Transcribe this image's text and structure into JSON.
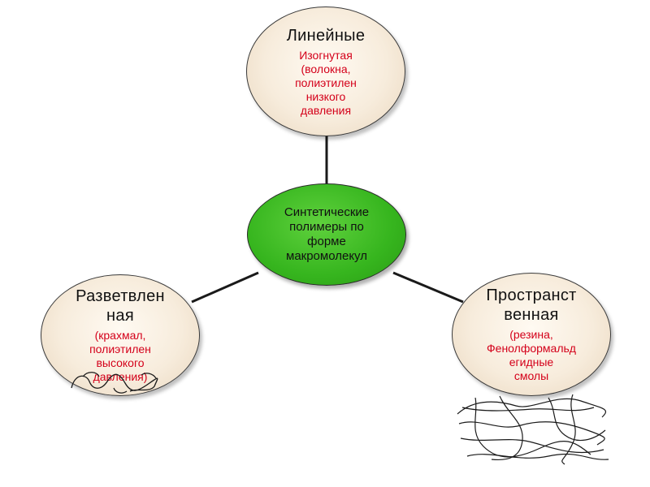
{
  "center": {
    "lines": [
      "Синтетические",
      "полимеры по",
      "форме",
      "макромолекул"
    ]
  },
  "linear": {
    "title_lines": [
      "Линейные"
    ],
    "sub_lines": [
      "Изогнутая",
      "(волокна,",
      "полиэтилен",
      "низкого",
      "давления"
    ]
  },
  "branched": {
    "title_lines": [
      "Разветвлен",
      "ная"
    ],
    "sub_lines": [
      "(крахмал,",
      "полиэтилен",
      "высокого",
      "давления)"
    ]
  },
  "spatial": {
    "title_lines": [
      "Пространст",
      "венная"
    ],
    "sub_lines": [
      "(резина,",
      "Фенолформальд",
      "егидные",
      "смолы"
    ]
  },
  "colors": {
    "center_fill": "#36b51e",
    "outer_fill": "#f7ecdc",
    "sub_text": "#d4001a"
  }
}
